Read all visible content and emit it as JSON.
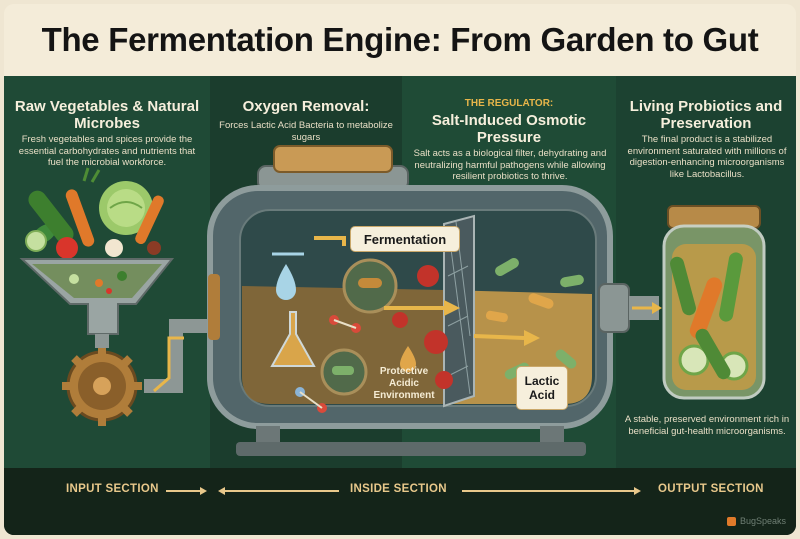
{
  "title": "The Fermentation Engine: From Garden to Gut",
  "panels": {
    "input": {
      "heading": "Raw Vegetables & Natural Microbes",
      "text": "Fresh vegetables and spices provide the essential carbohydrates and nutrients that fuel the microbial workforce."
    },
    "oxygen": {
      "heading": "Oxygen Removal:",
      "text": "Forces Lactic Acid Bacteria to metabolize sugars"
    },
    "regulator": {
      "label": "THE REGULATOR:",
      "heading": "Salt-Induced Osmotic Pressure",
      "text": "Salt acts as a biological filter, dehydrating and neutralizing harmful pathogens while allowing resilient probiotics to thrive."
    },
    "output": {
      "heading": "Living Probiotics and Preservation",
      "text": "The final product is a stabilized environment saturated with millions of digestion-enhancing microorganisms like Lactobacillus.",
      "bottom_text": "A stable, preserved environment rich in beneficial gut-health microorganisms."
    }
  },
  "diagram_labels": {
    "fermentation": "Fermentation",
    "protective": "Protective Acidic Environment",
    "lactic": "Lactic Acid"
  },
  "sections": {
    "input": "INPUT SECTION",
    "inside": "INSIDE SECTION",
    "output": "OUTPUT SECTION"
  },
  "logo_text": "BugSpeaks",
  "colors": {
    "panel_green": "#1f4a36",
    "accent_gold": "#e8b64a",
    "liquid": "#c79a4a",
    "pathogen_red": "#c2332a"
  }
}
